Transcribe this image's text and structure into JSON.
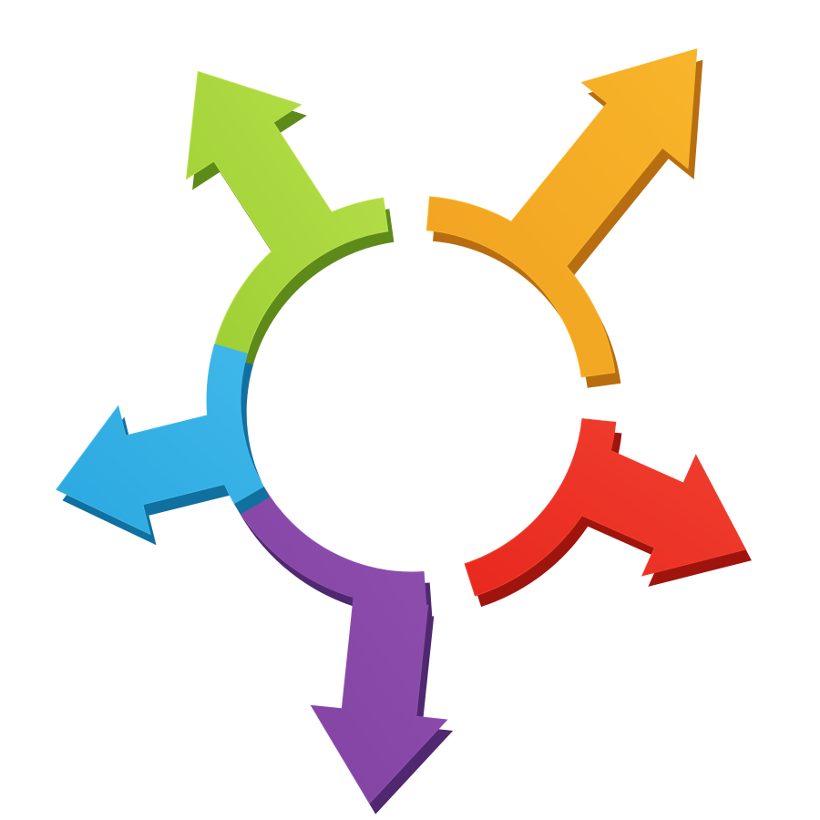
{
  "diagram": {
    "type": "radial-arrows",
    "center_label": "",
    "arrows": [
      {
        "id": "green",
        "color": "#9ACD32",
        "color_light": "#B8E04A",
        "color_dark": "#5E8A1A",
        "direction": "up-left"
      },
      {
        "id": "orange",
        "color": "#F0A020",
        "color_light": "#F8B52A",
        "color_dark": "#B86E10",
        "direction": "up-right"
      },
      {
        "id": "red",
        "color": "#E8281E",
        "color_light": "#F04030",
        "color_dark": "#A0140E",
        "direction": "right-down"
      },
      {
        "id": "purple",
        "color": "#8040A0",
        "color_light": "#9050B0",
        "color_dark": "#502870",
        "direction": "down"
      },
      {
        "id": "blue",
        "color": "#2AA8E0",
        "color_light": "#40B8EA",
        "color_dark": "#1070A0",
        "direction": "left"
      }
    ]
  }
}
